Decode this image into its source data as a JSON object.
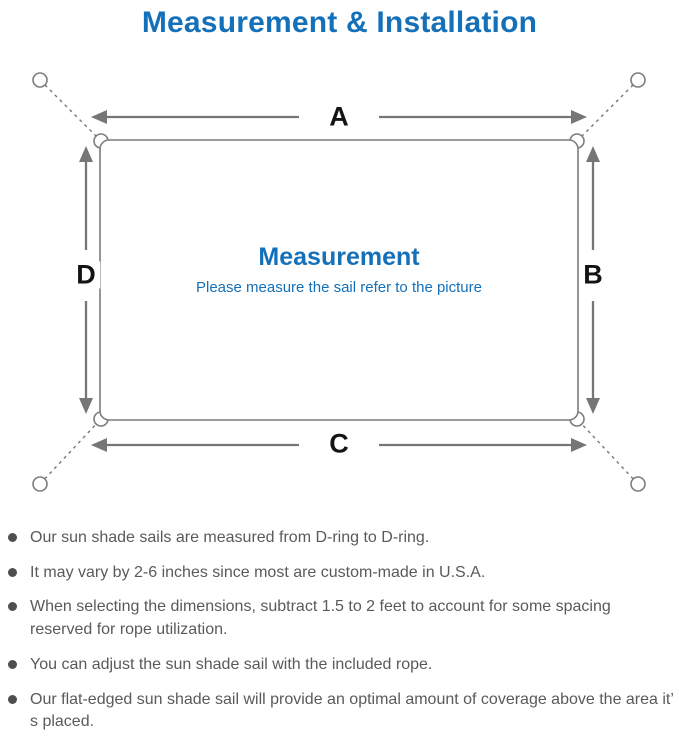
{
  "title": "Measurement & Installation",
  "colors": {
    "accent_blue": "#1470b8",
    "diagram_line_gray": "#7d7d7d",
    "arrow_gray": "#767676",
    "label_black": "#141414",
    "note_gray": "#5a5a5a"
  },
  "icons": {
    "bullet": "filled-circle",
    "d_ring": "ring",
    "anchor_point": "ring"
  },
  "diagram": {
    "labels": {
      "top": "A",
      "right": "B",
      "bottom": "C",
      "left": "D"
    },
    "center_heading": "Measurement",
    "center_subtitle": "Please measure the sail refer to the picture"
  },
  "notes": [
    "Our sun shade sails are measured from D-ring to D-ring.",
    "It may vary by 2-6 inches since most are custom-made in U.S.A.",
    "When selecting the dimensions, subtract 1.5 to 2 feet to account for some spacing reserved for rope utilization.",
    "You can adjust the sun shade sail with the included rope.",
    "Our flat-edged sun shade sail will provide an optimal amount of coverage above the area it’ s placed."
  ]
}
